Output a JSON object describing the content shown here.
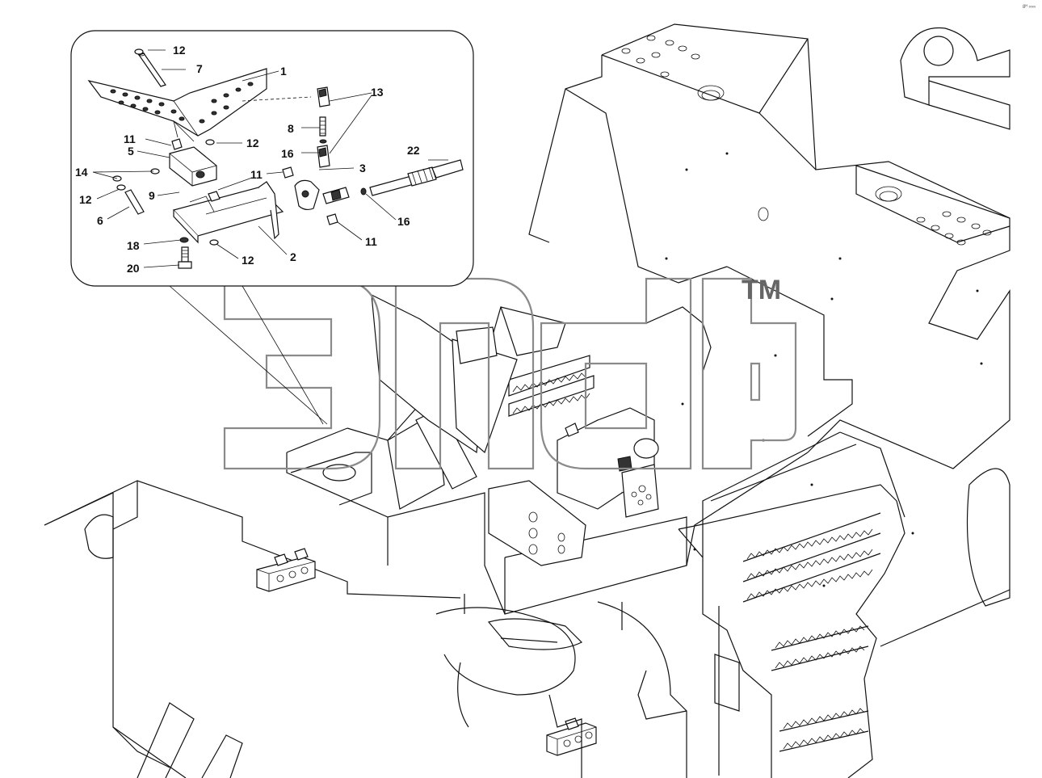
{
  "watermark": {
    "trademark": "TM"
  },
  "corner_note": "8ᴴ ∞∞",
  "callouts": [
    {
      "id": "c12a",
      "text": "12"
    },
    {
      "id": "c7",
      "text": "7"
    },
    {
      "id": "c1",
      "text": "1"
    },
    {
      "id": "c13",
      "text": "13"
    },
    {
      "id": "c8",
      "text": "8"
    },
    {
      "id": "c11a",
      "text": "11"
    },
    {
      "id": "c12b",
      "text": "12"
    },
    {
      "id": "c5",
      "text": "5"
    },
    {
      "id": "c16a",
      "text": "16"
    },
    {
      "id": "c22",
      "text": "22"
    },
    {
      "id": "c14",
      "text": "14"
    },
    {
      "id": "c3",
      "text": "3"
    },
    {
      "id": "c11b",
      "text": "11"
    },
    {
      "id": "c9",
      "text": "9"
    },
    {
      "id": "c12c",
      "text": "12"
    },
    {
      "id": "c16b",
      "text": "16"
    },
    {
      "id": "c6",
      "text": "6"
    },
    {
      "id": "c11c",
      "text": "11"
    },
    {
      "id": "c18",
      "text": "18"
    },
    {
      "id": "c12d",
      "text": "12"
    },
    {
      "id": "c2",
      "text": "2"
    },
    {
      "id": "c20",
      "text": "20"
    }
  ]
}
